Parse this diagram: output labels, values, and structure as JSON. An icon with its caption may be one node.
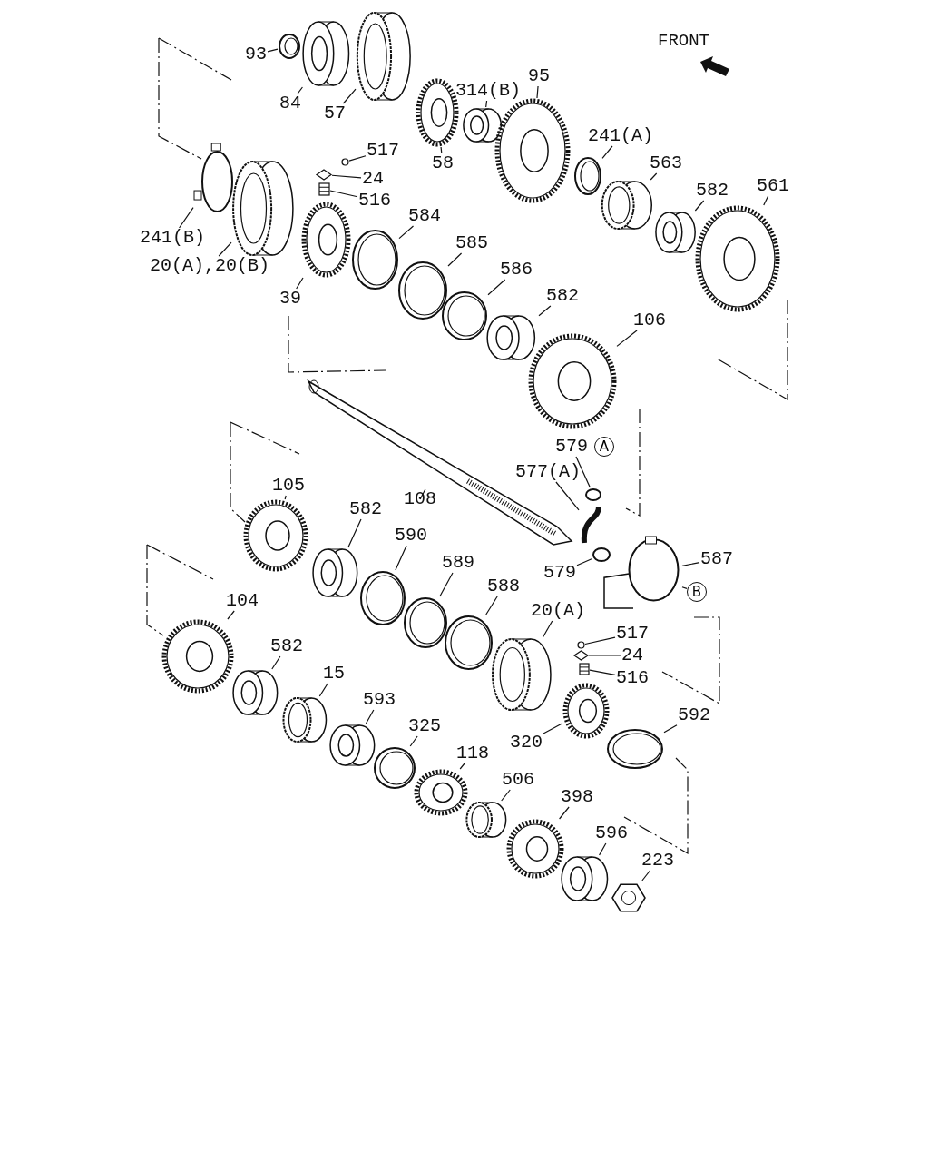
{
  "diagram": {
    "nodes": [
      {
        "text": [
          "93"
        ]
      },
      {
        "text": [],
        "shape": "ring"
      },
      {
        "text": [
          "84"
        ]
      },
      {
        "text": [],
        "shape": "bearing"
      },
      {
        "text": [
          "57"
        ]
      },
      {
        "text": [],
        "shape": "sleeve"
      },
      {
        "text": [
          "58"
        ]
      },
      {
        "text": [],
        "shape": "gear"
      },
      {
        "text": [
          "314(B)"
        ]
      },
      {
        "text": [],
        "shape": "bearing"
      },
      {
        "text": [
          "95"
        ]
      },
      {
        "text": [],
        "shape": "gear"
      },
      {
        "text": [
          "241(A)"
        ]
      },
      {
        "text": [],
        "shape": "ring"
      },
      {
        "text": [
          "563"
        ]
      },
      {
        "text": [],
        "shape": "sleeve"
      },
      {
        "text": [
          "582"
        ]
      },
      {
        "text": [],
        "shape": "bearing"
      },
      {
        "text": [
          "561"
        ]
      },
      {
        "text": [],
        "shape": "gear"
      },
      {
        "text": [
          "517"
        ]
      },
      {
        "text": [],
        "shape": "ball"
      },
      {
        "text": [
          "24"
        ]
      },
      {
        "text": [],
        "shape": "key"
      },
      {
        "text": [
          "516"
        ]
      },
      {
        "text": [],
        "shape": "spring"
      },
      {
        "text": [
          "241(B)"
        ]
      },
      {
        "text": [],
        "shape": "plate"
      },
      {
        "text": [
          "20(A),20(B)"
        ]
      },
      {
        "text": [],
        "shape": "sleeve"
      },
      {
        "text": [
          "39"
        ]
      },
      {
        "text": [],
        "shape": "gear"
      },
      {
        "text": [
          "584"
        ]
      },
      {
        "text": [],
        "shape": "ring"
      },
      {
        "text": [
          "585"
        ]
      },
      {
        "text": [],
        "shape": "ring"
      },
      {
        "text": [
          "586"
        ]
      },
      {
        "text": [],
        "shape": "ring"
      },
      {
        "text": [
          "582"
        ]
      },
      {
        "text": [],
        "shape": "bearing"
      },
      {
        "text": [
          "106"
        ]
      },
      {
        "text": [],
        "shape": "gear"
      },
      {
        "text": [
          "108"
        ]
      },
      {
        "text": [],
        "shape": "shaft"
      },
      {
        "text": [
          "579"
        ]
      },
      {
        "text": [],
        "shape": "clip"
      },
      {
        "text": [
          "577(A)"
        ]
      },
      {
        "text": [],
        "shape": "hose"
      },
      {
        "text": [
          "579"
        ]
      },
      {
        "text": [],
        "shape": "clip"
      },
      {
        "text": [
          "587"
        ]
      },
      {
        "text": [],
        "shape": "fork"
      },
      {
        "text": [
          "B"
        ]
      },
      {
        "text": [
          "105"
        ]
      },
      {
        "text": [],
        "shape": "gear"
      },
      {
        "text": [
          "582"
        ]
      },
      {
        "text": [],
        "shape": "bearing"
      },
      {
        "text": [
          "590"
        ]
      },
      {
        "text": [],
        "shape": "ring"
      },
      {
        "text": [
          "589"
        ]
      },
      {
        "text": [],
        "shape": "ring"
      },
      {
        "text": [
          "588"
        ]
      },
      {
        "text": [],
        "shape": "ring"
      },
      {
        "text": [
          "20(A)"
        ]
      },
      {
        "text": [],
        "shape": "sleeve"
      },
      {
        "text": [
          "517"
        ]
      },
      {
        "text": [],
        "shape": "ball"
      },
      {
        "text": [
          "24"
        ]
      },
      {
        "text": [],
        "shape": "key"
      },
      {
        "text": [
          "516"
        ]
      },
      {
        "text": [],
        "shape": "spring"
      },
      {
        "text": [
          "320"
        ]
      },
      {
        "text": [],
        "shape": "gear"
      },
      {
        "text": [
          "104"
        ]
      },
      {
        "text": [],
        "shape": "gear"
      },
      {
        "text": [
          "582"
        ]
      },
      {
        "text": [],
        "shape": "bearing"
      },
      {
        "text": [
          "15"
        ]
      },
      {
        "text": [],
        "shape": "sleeve"
      },
      {
        "text": [
          "593"
        ]
      },
      {
        "text": [],
        "shape": "bearing"
      },
      {
        "text": [
          "325"
        ]
      },
      {
        "text": [],
        "shape": "ring"
      },
      {
        "text": [
          "118"
        ]
      },
      {
        "text": [],
        "shape": "gear"
      },
      {
        "text": [
          "506"
        ]
      },
      {
        "text": [],
        "shape": "sleeve"
      },
      {
        "text": [
          "592"
        ]
      },
      {
        "text": [],
        "shape": "ring"
      },
      {
        "text": [
          "398"
        ]
      },
      {
        "text": [],
        "shape": "gear"
      },
      {
        "text": [
          "596"
        ]
      },
      {
        "text": [],
        "shape": "bearing"
      },
      {
        "text": [
          "223"
        ]
      },
      {
        "text": [],
        "shape": "nut"
      },
      {
        "text": [
          "A"
        ]
      }
    ],
    "edges": [
      {
        "from": 0,
        "to": 1,
        "arrow": "none"
      },
      {
        "from": 2,
        "to": 3,
        "arrow": "none"
      },
      {
        "from": 4,
        "to": 5,
        "arrow": "none"
      },
      {
        "from": 6,
        "to": 7,
        "arrow": "none"
      },
      {
        "from": 8,
        "to": 9,
        "arrow": "none"
      },
      {
        "from": 10,
        "to": 11,
        "arrow": "none"
      },
      {
        "from": 12,
        "to": 13,
        "arrow": "none"
      },
      {
        "from": 14,
        "to": 15,
        "arrow": "none"
      },
      {
        "from": 16,
        "to": 17,
        "arrow": "none"
      },
      {
        "from": 18,
        "to": 19,
        "arrow": "none"
      },
      {
        "from": 20,
        "to": 21,
        "arrow": "none"
      },
      {
        "from": 22,
        "to": 23,
        "arrow": "none"
      },
      {
        "from": 24,
        "to": 25,
        "arrow": "none"
      },
      {
        "from": 26,
        "to": 27,
        "arrow": "none"
      },
      {
        "from": 28,
        "to": 29,
        "arrow": "none"
      },
      {
        "from": 30,
        "to": 31,
        "arrow": "none"
      },
      {
        "from": 32,
        "to": 33,
        "arrow": "none"
      },
      {
        "from": 34,
        "to": 35,
        "arrow": "none"
      },
      {
        "from": 36,
        "to": 37,
        "arrow": "none"
      },
      {
        "from": 38,
        "to": 39,
        "arrow": "none"
      },
      {
        "from": 40,
        "to": 41,
        "arrow": "none"
      },
      {
        "from": 42,
        "to": 43,
        "arrow": "none"
      },
      {
        "from": 44,
        "to": 45,
        "arrow": "none"
      },
      {
        "from": 46,
        "to": 47,
        "arrow": "none"
      },
      {
        "from": 48,
        "to": 49,
        "arrow": "none"
      },
      {
        "from": 50,
        "to": 51,
        "arrow": "none"
      },
      {
        "from": 52,
        "to": 51,
        "arrow": "none"
      },
      {
        "from": 53,
        "to": 54,
        "arrow": "none"
      },
      {
        "from": 55,
        "to": 56,
        "arrow": "none"
      },
      {
        "from": 57,
        "to": 58,
        "arrow": "none"
      },
      {
        "from": 59,
        "to": 60,
        "arrow": "none"
      },
      {
        "from": 61,
        "to": 62,
        "arrow": "none"
      },
      {
        "from": 63,
        "to": 64,
        "arrow": "none"
      },
      {
        "from": 65,
        "to": 66,
        "arrow": "none"
      },
      {
        "from": 67,
        "to": 68,
        "arrow": "none"
      },
      {
        "from": 69,
        "to": 70,
        "arrow": "none"
      },
      {
        "from": 71,
        "to": 72,
        "arrow": "none"
      },
      {
        "from": 73,
        "to": 74,
        "arrow": "none"
      },
      {
        "from": 75,
        "to": 76,
        "arrow": "none"
      },
      {
        "from": 77,
        "to": 78,
        "arrow": "none"
      },
      {
        "from": 79,
        "to": 80,
        "arrow": "none"
      },
      {
        "from": 81,
        "to": 82,
        "arrow": "none"
      },
      {
        "from": 83,
        "to": 84,
        "arrow": "none"
      },
      {
        "from": 85,
        "to": 86,
        "arrow": "none"
      },
      {
        "from": 87,
        "to": 88,
        "arrow": "none"
      },
      {
        "from": 89,
        "to": 90,
        "arrow": "none"
      },
      {
        "from": 91,
        "to": 92,
        "arrow": "none"
      },
      {
        "from": 93,
        "to": 94,
        "arrow": "none"
      }
    ],
    "labels": [
      "FRONT"
    ]
  }
}
